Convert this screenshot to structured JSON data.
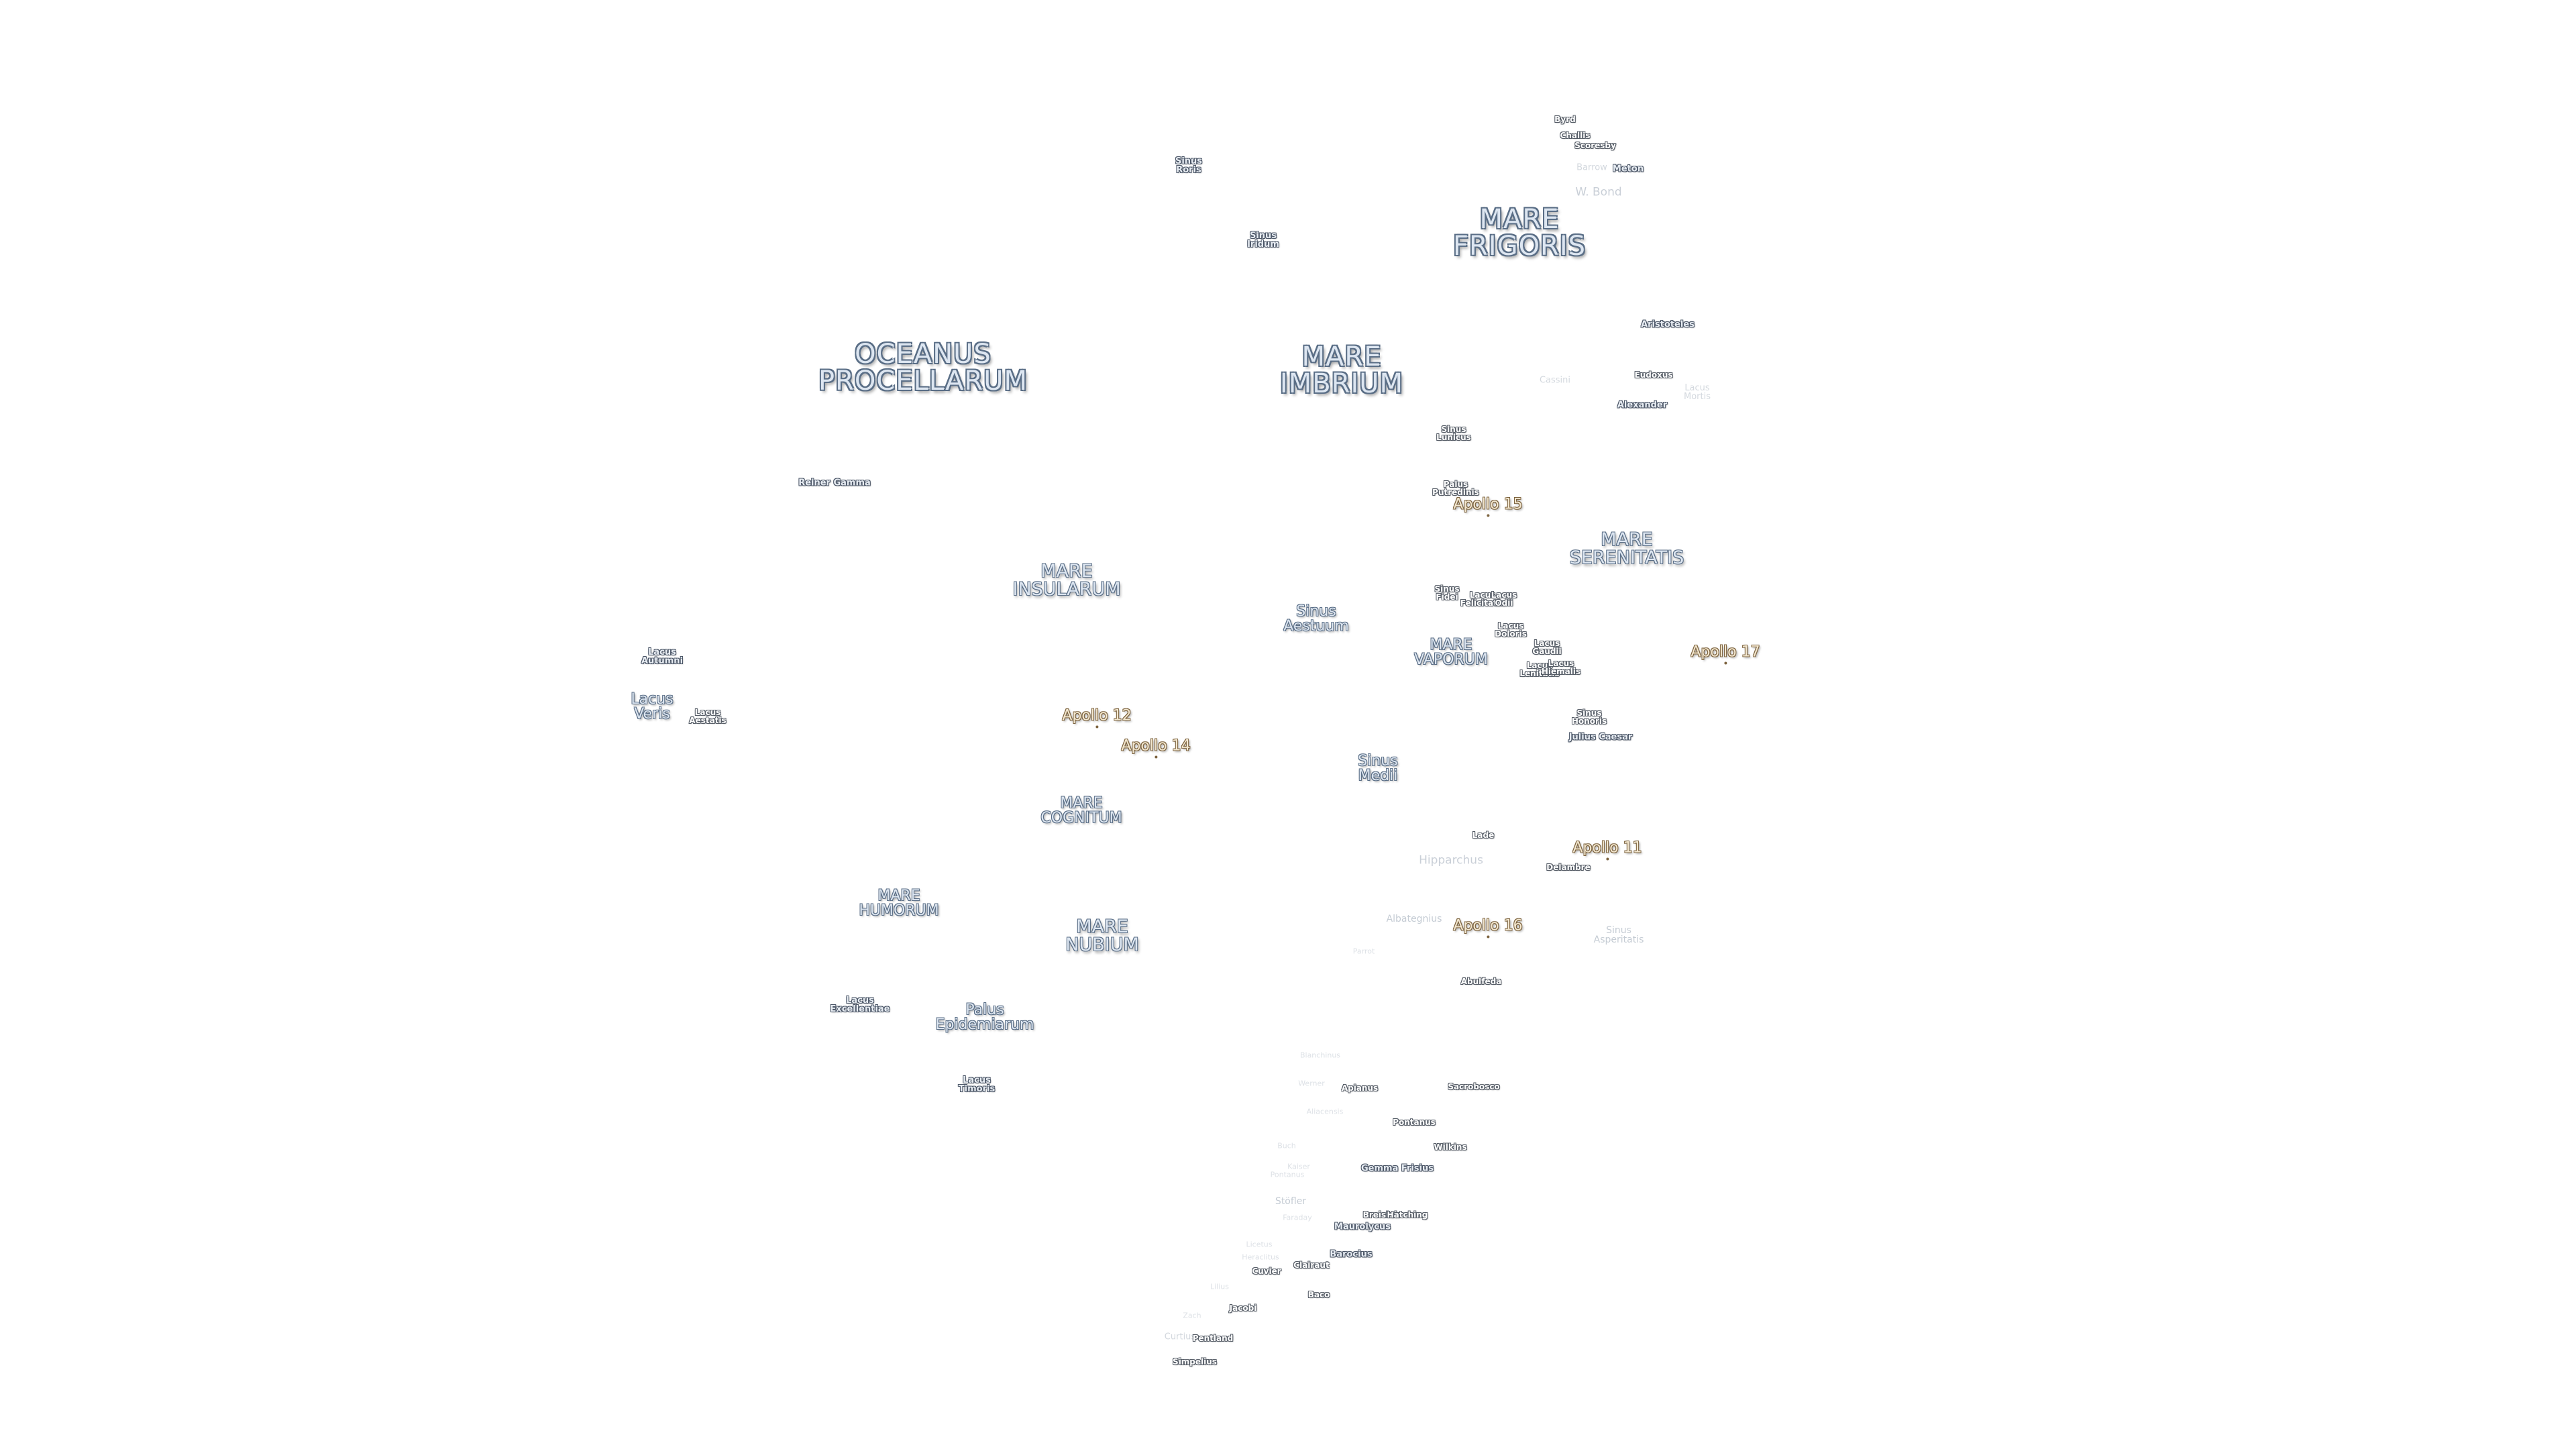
{
  "map": {
    "labels": {
      "mare_frigoris": "MARE\nFRIGORIS",
      "oceanus_procellarum": "OCEANUS\nPROCELLARUM",
      "mare_imbrium": "MARE\nIMBRIUM",
      "mare_serenitatis": "MARE\nSERENITATIS",
      "mare_insularum": "MARE\nINSULARUM",
      "mare_vaporum": "MARE\nVAPORUM",
      "mare_cognitum": "MARE\nCOGNITUM",
      "mare_humorum": "MARE\nHUMORUM",
      "mare_nubium": "MARE\nNUBIUM",
      "sinus_aestuum": "Sinus\nAestuum",
      "sinus_medii": "Sinus\nMedii",
      "palus_epidemiarum": "Palus\nEpidemiarum",
      "lacus_veris": "Lacus\nVeris",
      "sinus_roris": "Sinus\nRoris",
      "sinus_iridum": "Sinus\nIridum",
      "sinus_lunicus": "Sinus\nLunicus",
      "palus_putredinis": "Palus\nPutredinis",
      "sinus_fidei": "Sinus\nFidei",
      "lacus_felicitatis": "Lacus\nFelicitatis",
      "lacus_odii": "Lacus\nOdii",
      "lacus_doloris": "Lacus\nDoloris",
      "lacus_gaudii": "Lacus\nGaudii",
      "lacus_lenitatis": "Lacus\nLenitatis",
      "lacus_hiemalis": "Lacus\nHiemalis",
      "sinus_honoris": "Sinus\nHonoris",
      "lacus_autumni": "Lacus\nAutumni",
      "lacus_aestatis": "Lacus\nAestatis",
      "lacus_excellentiae": "Lacus\nExcellentiae",
      "lacus_timoris": "Lacus\nTimoris",
      "lacus_mortis": "Lacus\nMortis",
      "sinus_asperitatis": "Sinus\nAsperitatis",
      "byrd": "Byrd",
      "challis": "Challis",
      "scoresby": "Scoresby",
      "barrow": "Barrow",
      "meton": "Meton",
      "w_bond": "W. Bond",
      "aristoteles": "Aristoteles",
      "eudoxus": "Eudoxus",
      "cassini": "Cassini",
      "alexander": "Alexander",
      "reiner_gamma": "Reiner Gamma",
      "julius_caesar": "Julius Caesar",
      "lade": "Lade",
      "hipparchus": "Hipparchus",
      "delambre": "Delambre",
      "albategnius": "Albategnius",
      "parrot": "Parrot",
      "abulfeda": "Abulfeda",
      "blanchinus": "Blanchinus",
      "werner": "Werner",
      "apianus": "Apianus",
      "sacrobosco": "Sacrobosco",
      "aliacensis": "Aliacensis",
      "pontanus": "Pontanus",
      "buch": "Buch",
      "wilkins": "Wilkins",
      "gemma_frisius": "Gemma Frisius",
      "kaiser": "Kaiser",
      "pontanus_2": "Pontanus",
      "stoffler": "Stöfler",
      "faraday": "Faraday",
      "breislak": "Breislak",
      "hatching": "Hatching",
      "maurolycus": "Maurolycus",
      "licetus": "Licetus",
      "heraclitus": "Heraclitus",
      "barocius": "Barocius",
      "clairaut": "Clairaut",
      "cuvier": "Cuvier",
      "lilius": "Lilius",
      "baco": "Baco",
      "jacobi": "Jacobi",
      "zach": "Zach",
      "curtius": "Curtius",
      "pentland": "Pentland",
      "simpelius": "Simpelius"
    },
    "apollo": {
      "a11": "Apollo 11",
      "a12": "Apollo 12",
      "a14": "Apollo 14",
      "a15": "Apollo 15",
      "a16": "Apollo 16",
      "a17": "Apollo 17"
    },
    "colors": {
      "background": "#ffffff",
      "mare_fill": "#dde6f1",
      "mare_outline": "#5a6e86",
      "feature_outline": "#4a5566",
      "apollo_fill": "#f3e7cf",
      "apollo_outline": "#7d6440",
      "faded_label": "#c9cfd7"
    }
  }
}
